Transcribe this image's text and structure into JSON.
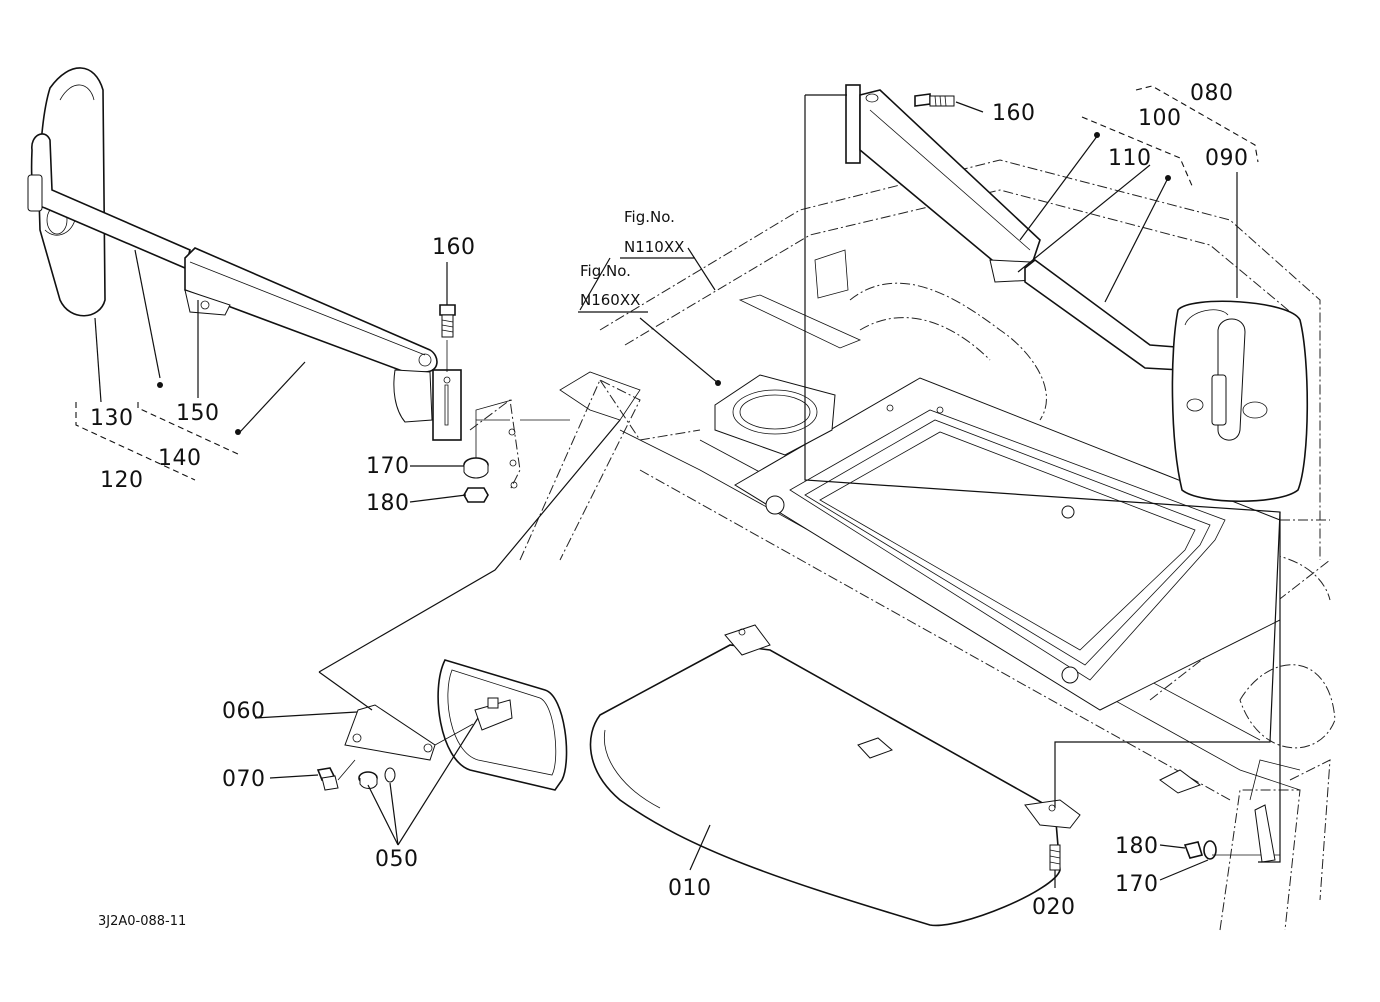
{
  "labels": {
    "p010": "010",
    "p020": "020",
    "p050": "050",
    "p060": "060",
    "p070": "070",
    "p080": "080",
    "p090": "090",
    "p100": "100",
    "p110": "110",
    "p120": "120",
    "p130": "130",
    "p140": "140",
    "p150": "150",
    "p160_left": "160",
    "p160_right": "160",
    "p170_left": "170",
    "p170_right": "170",
    "p180_left": "180",
    "p180_right": "180"
  },
  "figure_refs": {
    "fig1_title": "Fig.No.",
    "fig1_code": "N110XX",
    "fig2_title": "Fig.No.",
    "fig2_code": "N160XX"
  },
  "drawing_code": "3J2A0-088-11"
}
